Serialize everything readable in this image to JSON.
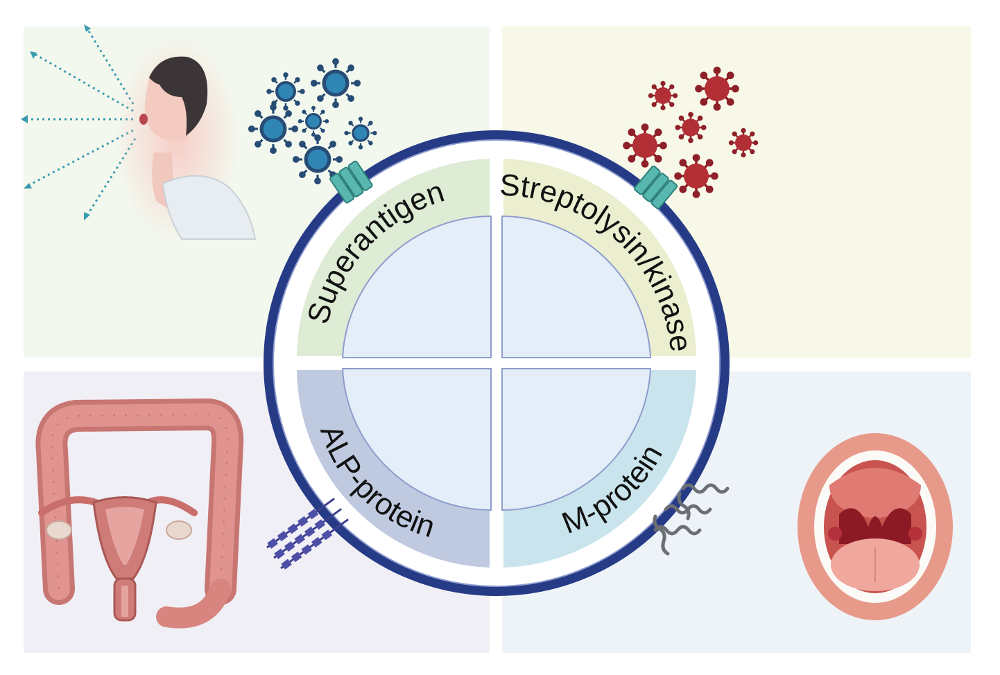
{
  "segments": [
    {
      "key": "superantigen",
      "label": "Superantigen"
    },
    {
      "key": "streptolysin",
      "label": "Streptolysin/kinase"
    },
    {
      "key": "alp",
      "label": "ALP-protein"
    },
    {
      "key": "mprotein",
      "label": "M-protein"
    }
  ],
  "icons": {
    "top_left": "person-sneezing-icon",
    "blue_particles": "blue-virus-icon",
    "red_particles": "red-virus-icon",
    "receptor": "membrane-receptor-icon",
    "bottom_left": "intestine-and-uterus-icon",
    "alp_fibers": "alp-protein-fiber-icon",
    "m_fibers": "m-protein-fiber-icon",
    "bottom_right": "open-mouth-throat-icon"
  },
  "colors": {
    "panel_top_left": "#f3f8ee",
    "panel_top_right": "#f7f8e8",
    "panel_bottom_left": "#f1eff6",
    "panel_bottom_right": "#eef3f8",
    "ring": "#263b86",
    "seg_superantigen": "#deebd5",
    "seg_streptolysin": "#ebeecf",
    "seg_alp": "#bfcae0",
    "seg_mprotein": "#c9e4ec",
    "inner": "#e4eef9",
    "blue_virus": "#2f86b4",
    "red_virus": "#b32f36"
  }
}
